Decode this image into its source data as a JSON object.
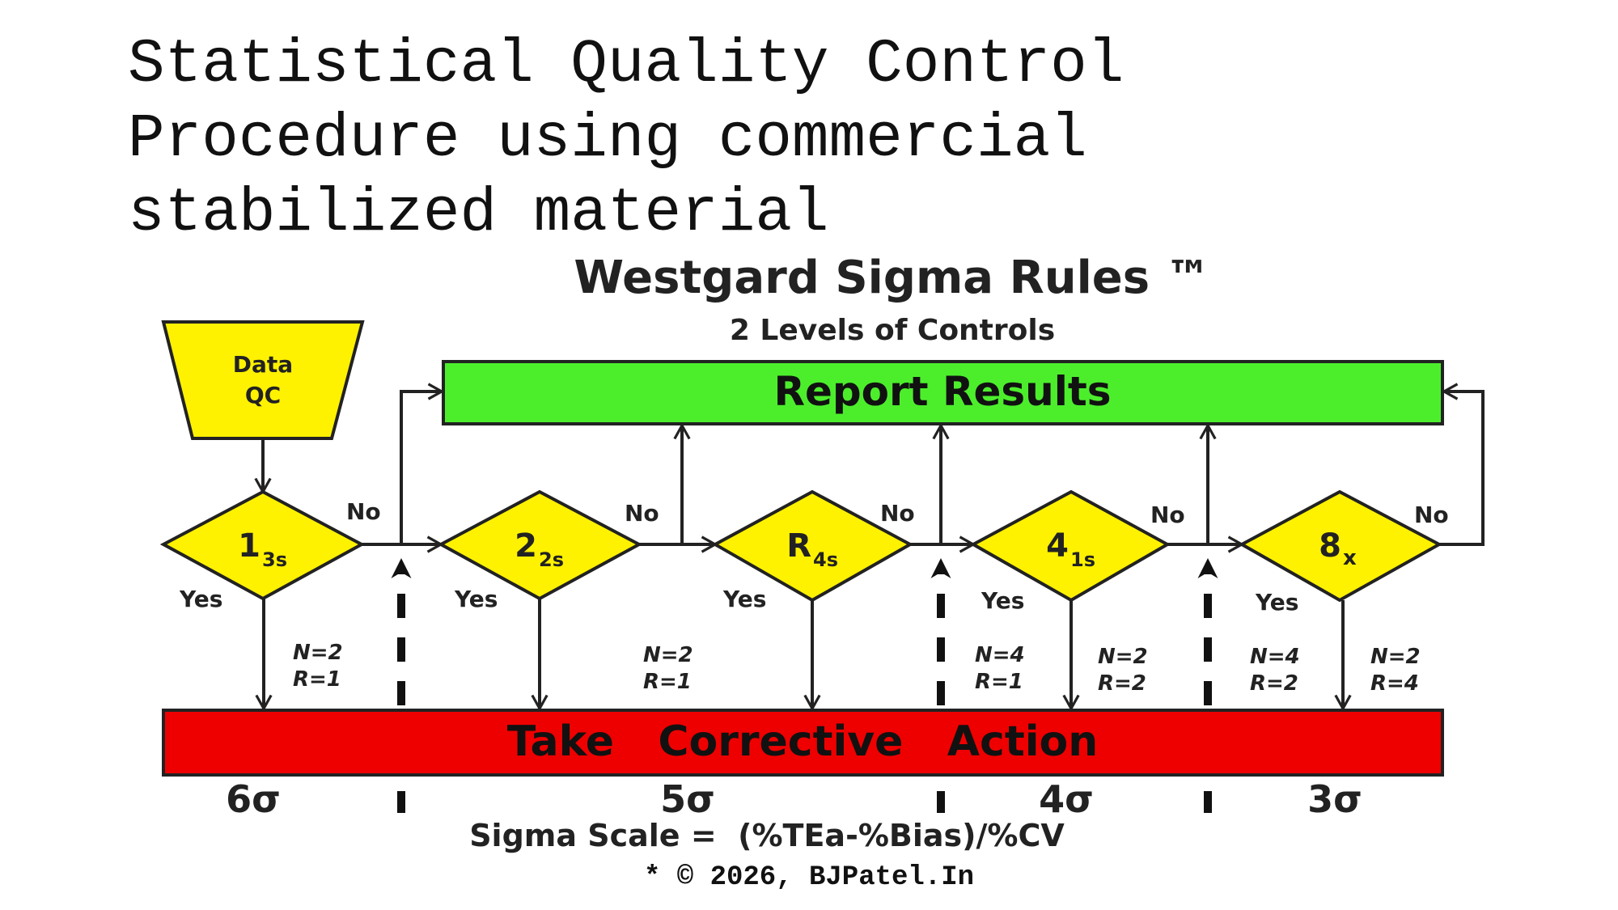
{
  "slide": {
    "title_lines": [
      "Statistical Quality Control",
      "Procedure using commercial",
      "stabilized material"
    ],
    "footer": "* © 2026, BJPatel.In"
  },
  "diagram": {
    "title": "Westgard Sigma Rules ™",
    "subtitle": "2 Levels of Controls",
    "start": {
      "line1": "Data",
      "line2": "QC"
    },
    "report_results": "Report Results",
    "corrective_action": "Take   Corrective   Action",
    "rules": [
      {
        "id": "rule-13s",
        "main": "1",
        "sub": "3s"
      },
      {
        "id": "rule-22s",
        "main": "2",
        "sub": "2s"
      },
      {
        "id": "rule-r4s",
        "main": "R",
        "sub": "4s"
      },
      {
        "id": "rule-41s",
        "main": "4",
        "sub": "1s"
      },
      {
        "id": "rule-8x",
        "main": "8",
        "sub": "x"
      }
    ],
    "yes_label": "Yes",
    "no_label": "No",
    "n_r_labels": [
      {
        "n": "N=2",
        "r": "R=1"
      },
      {
        "n": "N=2",
        "r": "R=1"
      },
      {
        "n": "N=4",
        "r": "R=1"
      },
      {
        "n": "N=2",
        "r": "R=2"
      },
      {
        "n": "N=4",
        "r": "R=2"
      },
      {
        "n": "N=2",
        "r": "R=4"
      }
    ],
    "sigma_levels": [
      "6σ",
      "5σ",
      "4σ",
      "3σ"
    ],
    "sigma_formula": "Sigma Scale =  (%TEa-%Bias)/%CV",
    "colors": {
      "diamond_fill": "#fff200",
      "report_fill": "#4cee2c",
      "action_fill": "#ee0000",
      "outline": "#222222"
    }
  }
}
